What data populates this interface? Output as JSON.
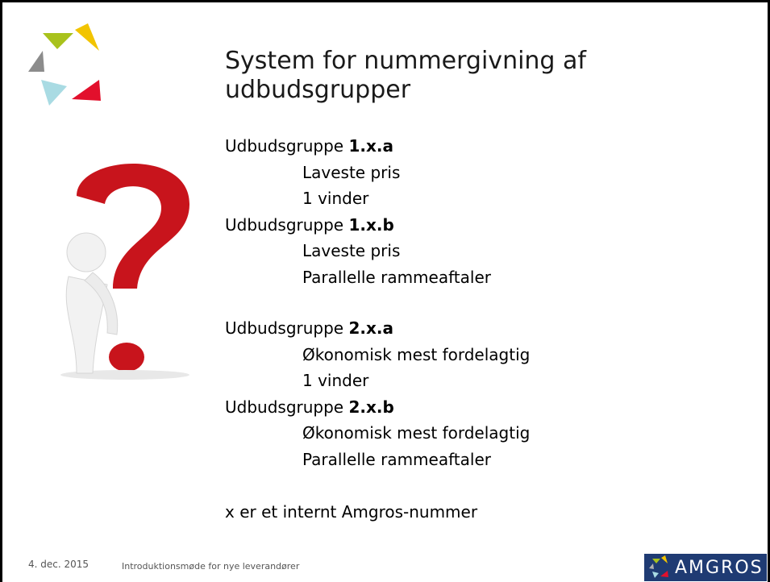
{
  "title": "System for nummergivning af udbudsgrupper",
  "groups": [
    {
      "prefix": "Udbudsgruppe ",
      "code": "1.x.a",
      "lines": [
        "Laveste pris",
        "1 vinder"
      ]
    },
    {
      "prefix": "Udbudsgruppe ",
      "code": "1.x.b",
      "lines": [
        "Laveste pris",
        "Parallelle rammeaftaler"
      ]
    },
    {
      "prefix": "Udbudsgruppe ",
      "code": "2.x.a",
      "lines": [
        "Økonomisk mest fordelagtig",
        "1 vinder"
      ]
    },
    {
      "prefix": "Udbudsgruppe ",
      "code": "2.x.b",
      "lines": [
        "Økonomisk mest fordelagtig",
        "Parallelle rammeaftaler"
      ]
    }
  ],
  "note": "x er et internt Amgros-nummer",
  "footer": {
    "date": "4. dec. 2015",
    "text": "Introduktionsmøde for nye leverandører"
  },
  "brand": {
    "name": "AMGROS",
    "color": "#1f3b73"
  },
  "colors": {
    "yellow": "#f2c400",
    "green": "#a9c21c",
    "gray": "#8c8c8c",
    "lightblue": "#a9dbe3",
    "red": "#e2102c"
  }
}
